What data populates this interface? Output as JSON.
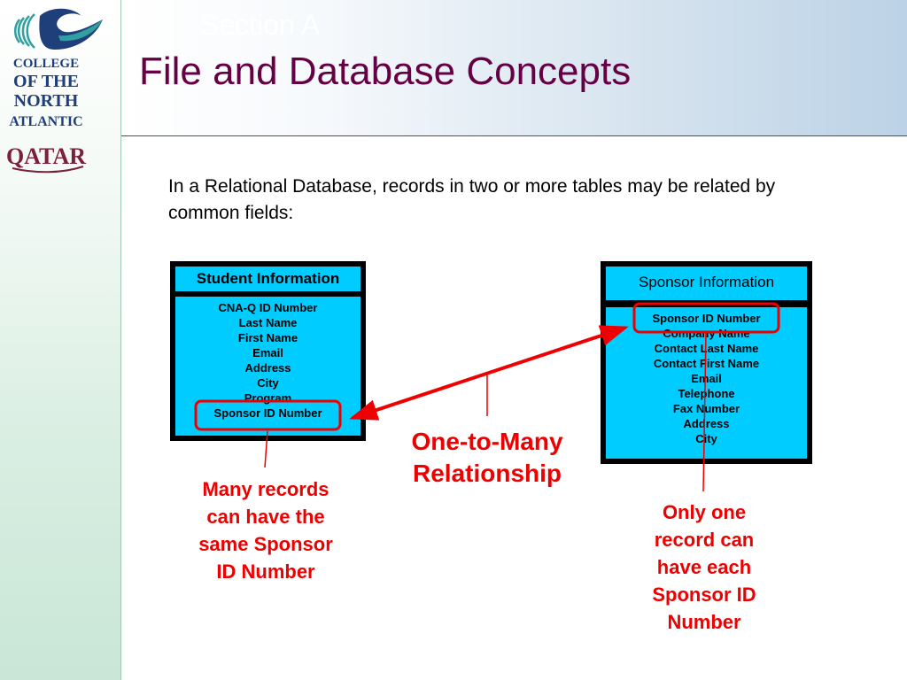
{
  "logo": {
    "lines": [
      "COLLEGE",
      "OF THE",
      "NORTH",
      "ATLANTIC",
      "QATAR"
    ]
  },
  "header": {
    "section": "Section A",
    "title": "File and Database Concepts"
  },
  "intro": "In a Relational Database, records in two or more tables may be related by common fields:",
  "student_table": {
    "title": "Student Information",
    "fields": [
      "CNA-Q ID Number",
      "Last Name",
      "First Name",
      "Email",
      "Address",
      "City",
      "Program",
      "Sponsor ID Number"
    ]
  },
  "sponsor_table": {
    "title": "Sponsor Information",
    "fields": [
      "Sponsor ID Number",
      "Company Name",
      "Contact Last Name",
      "Contact First Name",
      "Email",
      "Telephone",
      "Fax Number",
      "Address",
      "City"
    ]
  },
  "relationship_label": "One-to-Many Relationship",
  "note_left": "Many records can have the same Sponsor ID Number",
  "note_right": "Only one record can have each Sponsor ID Number",
  "colors": {
    "title": "#660044",
    "table_fill": "#00ccff",
    "accent_red": "#ee0000",
    "logo_blue": "#1f3f7a",
    "logo_maroon": "#7a1f3d"
  }
}
